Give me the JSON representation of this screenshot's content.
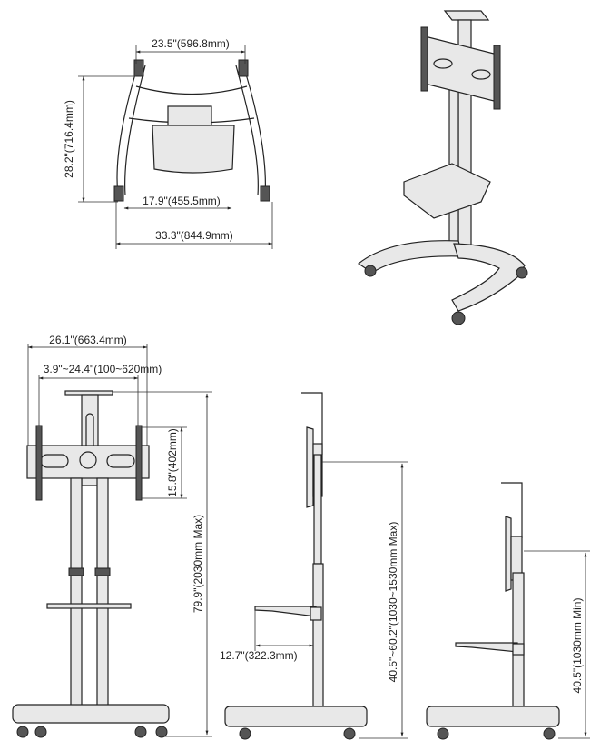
{
  "top_view": {
    "top_width": "23.5\"(596.8mm)",
    "depth": "28.2\"(716.4mm)",
    "inner_width": "17.9\"(455.5mm)",
    "base_width": "33.3\"(844.9mm)"
  },
  "front_view": {
    "overall_width": "26.1\"(663.4mm)",
    "vesa_width_range": "3.9\"~24.4\"(100~620mm)",
    "vesa_height": "15.8\"(402mm)",
    "max_height": "79.9\"(2030mm Max)"
  },
  "side_view_max": {
    "shelf_depth": "12.7\"(322.3mm)",
    "mount_height_range": "40.5\"~60.2\"(1030~1530mm Max)"
  },
  "side_view_min": {
    "mount_height_min": "40.5\"(1030mm Min)"
  }
}
